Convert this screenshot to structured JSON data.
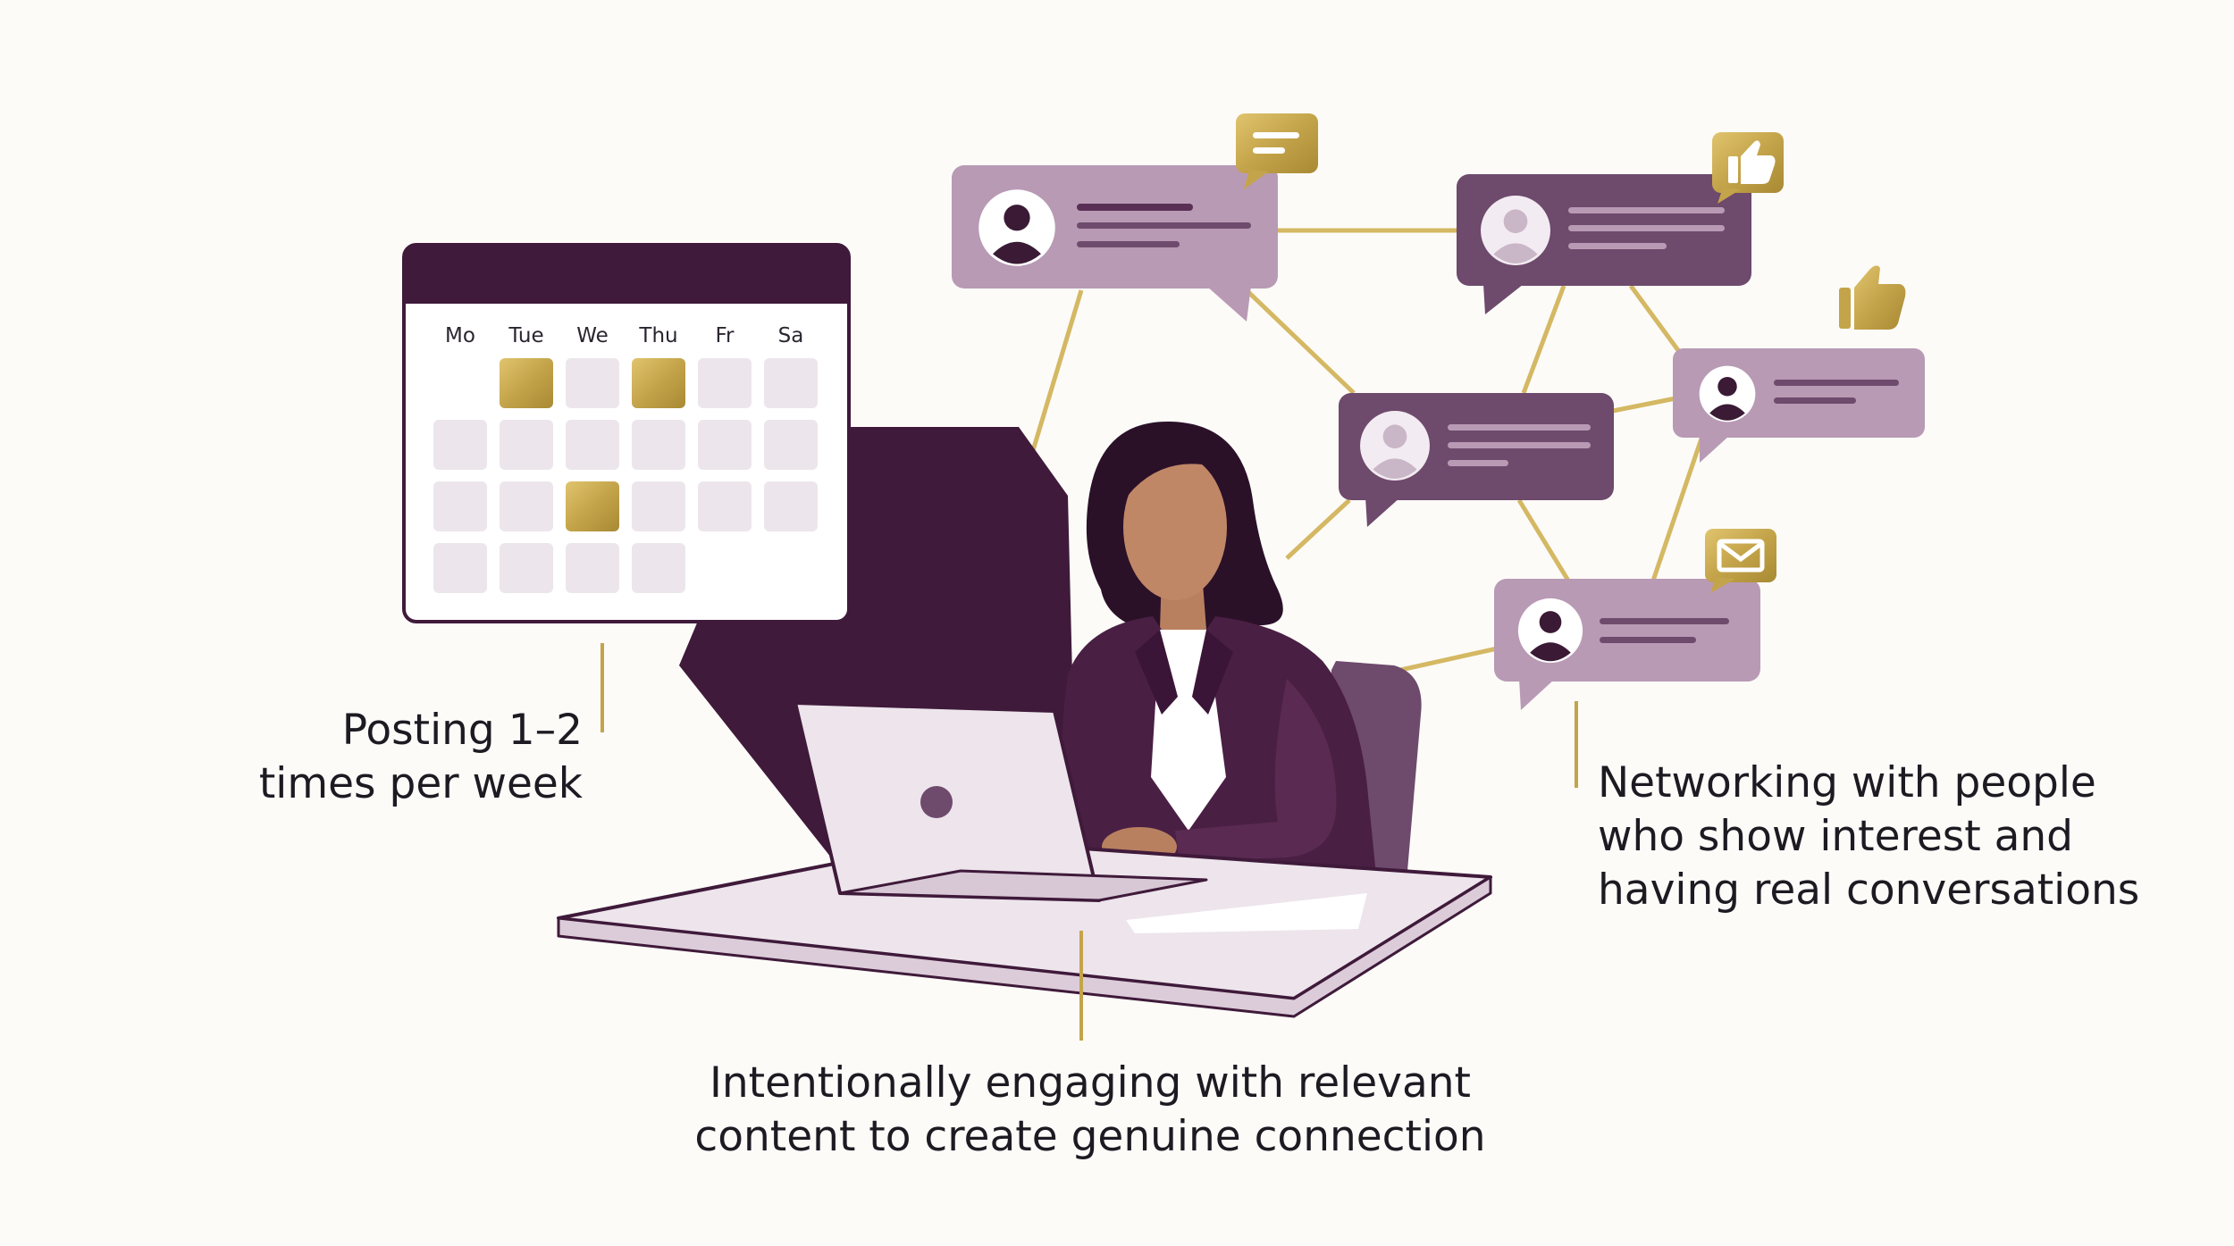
{
  "calendar": {
    "days": [
      "Mo",
      "Tue",
      "We",
      "Thu",
      "Fr",
      "Sa"
    ]
  },
  "captions": {
    "posting": [
      "Posting 1–2",
      "times per week"
    ],
    "networking": [
      "Networking with people",
      "who show interest and",
      "having real conversations"
    ],
    "engaging": [
      "Intentionally engaging with relevant",
      "content to create genuine connection"
    ]
  },
  "icons": [
    "message-icon",
    "thumbs-up-icon",
    "thumbs-up-icon",
    "mail-icon",
    "user-avatar-icon"
  ],
  "colors": {
    "plum_dark": "#3f1a3a",
    "plum": "#6e4a6c",
    "lilac": "#b89ab5",
    "gold": "#c4a44a",
    "desk": "#ede4ec"
  }
}
